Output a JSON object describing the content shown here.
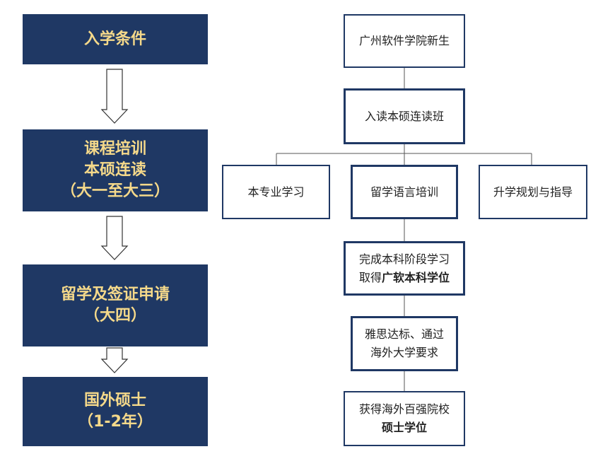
{
  "stages": [
    {
      "lines": [
        "入学条件"
      ]
    },
    {
      "lines": [
        "课程培训",
        "本硕连读",
        "（大一至大三）"
      ]
    },
    {
      "lines": [
        "留学及签证申请",
        "（大四）"
      ]
    },
    {
      "lines": [
        "国外硕士",
        "（1-2年）"
      ]
    }
  ],
  "flow": {
    "freshman": "广州软件学院新生",
    "enroll": "入读本硕连读班",
    "branches": [
      "本专业学习",
      "留学语言培训",
      "升学规划与指导"
    ],
    "complete": {
      "line1": "完成本科阶段学习",
      "line2_prefix": "取得",
      "line2_bold": "广软本科学位"
    },
    "ielts": {
      "line1": "雅思达标、通过",
      "line2": "海外大学要求"
    },
    "master": {
      "line1": "获得海外百强院校",
      "line2_bold": "硕士学位"
    }
  },
  "colors": {
    "stage_bg": "#1f3864",
    "stage_text": "#f5d98a",
    "border": "#1f3864"
  }
}
